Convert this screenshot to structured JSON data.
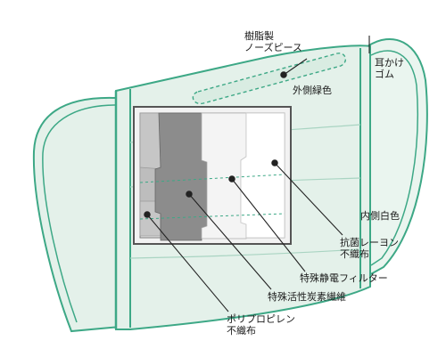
{
  "labels": {
    "nose_wire": [
      "樹脂製",
      "ノーズピース"
    ],
    "ear_loop": [
      "耳かけ",
      "ゴム"
    ],
    "outer_color": "外側緑色",
    "inner_color": "内側白色",
    "antibacterial": [
      "抗菌レーヨン",
      "不織布"
    ],
    "electret": "特殊静電フィルター",
    "carbon": "特殊活性炭素繊維",
    "polypropylene": [
      "ポリプロピレン",
      "不織布"
    ]
  },
  "colors": {
    "mask_fill": "#e4f1ea",
    "mask_edge": "#3da886",
    "nose_fill": "#d9ece2",
    "layer_polypropylene": "#c6c6c6",
    "layer_carbon": "#8c8c8c",
    "layer_electret": "#f4f4f4",
    "layer_antibacterial": "#ffffff",
    "window_frame": "#555555",
    "leader_line": "#222222"
  }
}
